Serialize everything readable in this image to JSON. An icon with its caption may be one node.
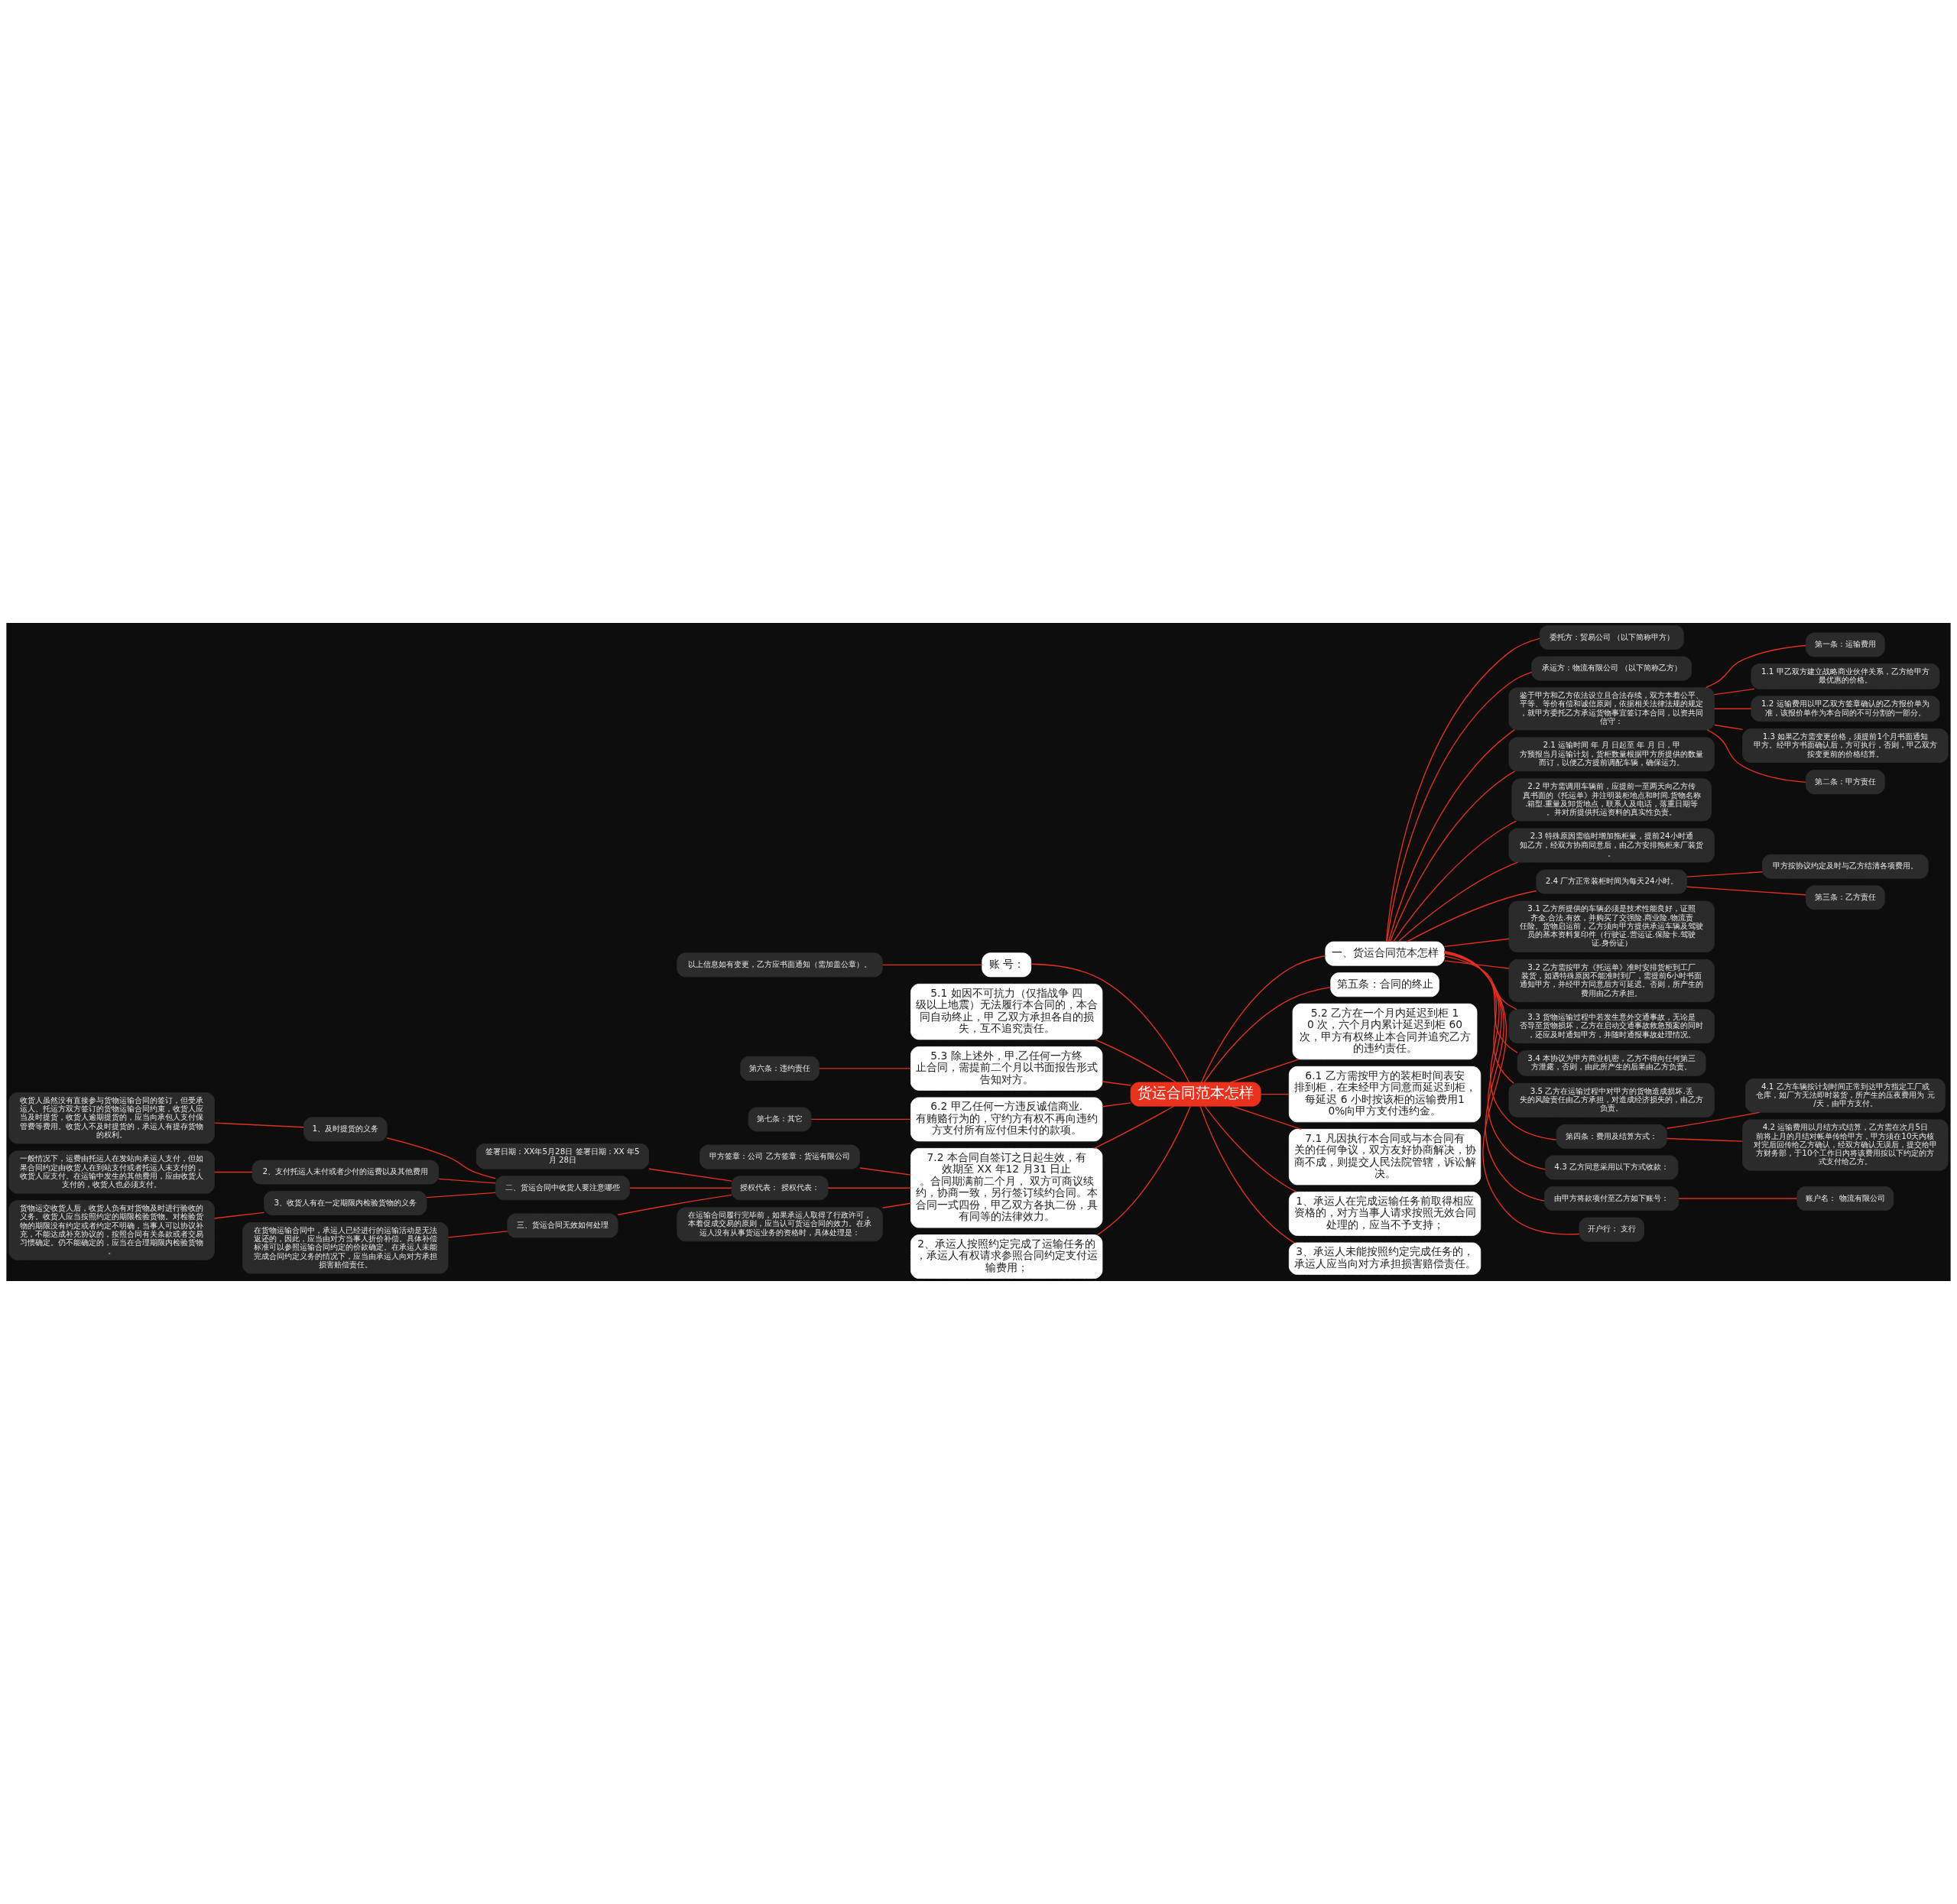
{
  "diagram": {
    "nodes": [
      {
        "text": [
          "货运合同范本怎样"
        ]
      },
      {
        "text": [
          "一、货运合同范本怎样"
        ]
      },
      {
        "text": [
          "委托方：贸易公司 （以下简称甲方）"
        ]
      },
      {
        "text": [
          "承运方：物流有限公司 （以下简称乙方）"
        ]
      },
      {
        "text": [
          "鉴于甲方和乙方依法设立且合法存续，双方本着公平、平等、等价有偿和诚信原则，依据相关法律法规的规定，就甲方委托乙方承运货物事宜签订本合同，以资共同信守："
        ]
      },
      {
        "text": [
          "第一条：运输费用"
        ]
      },
      {
        "text": [
          "1.1 甲乙双方建立战略商业伙伴关系，乙方给甲方最优惠的价格。"
        ]
      },
      {
        "text": [
          "1.2 运输费用以甲乙双方签章确认的乙方报价单为准，该报价单作为本合同的不可分割的一部分。"
        ]
      },
      {
        "text": [
          "1.3 如果乙方需变更价格，须提前1个月书面通知甲方。经甲方书面确认后，方可执行，否则，甲乙双方按变更前的价格结算。"
        ]
      },
      {
        "text": [
          "第二条：甲方责任"
        ]
      },
      {
        "text": [
          "2.1 运输时间 年 月 日起至 年 月 日，甲方预报当月运输计划，货柜数量根据甲方所提供的数量而订，以便乙方提前调配车辆，确保运力。"
        ]
      },
      {
        "text": [
          "2.2 甲方需调用车辆前，应提前一至两天向乙方传真书面的《托运单》并注明装柜地点和时间.货物名称.箱型.重量及卸货地点，联系人及电话，落重日期等。并对所提供托运资料的真实性负责。"
        ]
      },
      {
        "text": [
          "2.3 特殊原因需临时增加拖柜量，提前24小时通知乙方，经双方协商同意后，由乙方安排拖柜来厂装货。"
        ]
      },
      {
        "text": [
          "2.4 厂方正常装柜时间为每天24小时。"
        ]
      },
      {
        "text": [
          "甲方按协议约定及时与乙方结清各项费用。"
        ]
      },
      {
        "text": [
          "第三条：乙方责任"
        ]
      },
      {
        "text": [
          "3.1 乙方所提供的车辆必须是技术性能良好，证照齐全.合法.有效，并购买了交强险.商业险.物流责任险。货物启运前，乙方须向甲方提供承运车辆及驾驶员的基本资料复印件（行驶证.营运证.保险卡.驾驶证.身份证）"
        ]
      },
      {
        "text": [
          "3.2 乙方需按甲方《托运单》准时安排货柜到工厂装货，如遇特殊原因不能准时到厂，需提前6小时书面通知甲方，并经甲方同意后方可延迟。否则，所产生的费用由乙方承担。"
        ]
      },
      {
        "text": [
          "3.3 货物运输过程中若发生意外交通事故，无论是否导至货物损坏，乙方在启动交通事故救急预案的同时，还应及时通知甲方，并随时通报事故处理情况。"
        ]
      },
      {
        "text": [
          "3.4 本协议为甲方商业机密，乙方不得向任何第三方泄露，否则，由此所产生的后果由乙方负责。"
        ]
      },
      {
        "text": [
          "3.5 乙方在运输过程中对甲方的货物造成损坏.丢失的风险责任由乙方承担，对造成经济损失的，由乙方负责。"
        ]
      },
      {
        "text": [
          "第四条：费用及结算方式："
        ]
      },
      {
        "text": [
          "4.1 乙方车辆按计划时间正常到达甲方指定工厂或仓库，如厂方无法即时装货，所产生的压夜费用为 元/天，由甲方支付。"
        ]
      },
      {
        "text": [
          "4.2 运输费用以月结方式结算，乙方需在次月5日前将上月的月结对帐单传给甲方，甲方须在10天内核对完后回传给乙方确认，经双方确认无误后，提交给甲方财务部，于10个工作日内将该费用按以下约定的方式支付给乙方。"
        ]
      },
      {
        "text": [
          "4.3 乙方同意采用以下方式收款："
        ]
      },
      {
        "text": [
          "由甲方将款项付至乙方如下账号："
        ]
      },
      {
        "text": [
          "账户名： 物流有限公司"
        ]
      },
      {
        "text": [
          "开户行： 支行"
        ]
      },
      {
        "text": [
          "账 号："
        ]
      },
      {
        "text": [
          "以上信息如有变更，乙方应书面通知（需加盖公章）。"
        ]
      },
      {
        "text": [
          "5.1 如因不可抗力（仅指战争 四级以上地震）无法履行本合同的，本合同自动终止，甲 乙双方承担各自的损失，互不追究责任。"
        ]
      },
      {
        "text": [
          "5.3 除上述外，甲.乙任何一方终止合同，需提前二个月以书面报告形式告知对方。"
        ]
      },
      {
        "text": [
          "第六条：违约责任"
        ]
      },
      {
        "text": [
          "6.2 甲乙任何一方违反诚信商业.有贿赂行为的，守约方有权不再向违约方支付所有应付但未付的款项。"
        ]
      },
      {
        "text": [
          "第七条：其它"
        ]
      },
      {
        "text": [
          "7.2 本合同自签订之日起生效，有效期至 XX 年12 月31 日止。合同期满前二个月， 双方可商议续约，协商一致，另行签订续约合同。本合同一式四份，甲乙双方各执二份，具有同等的法律效力。"
        ]
      },
      {
        "text": [
          "甲方签章：公司 乙方签章：货运有限公司"
        ]
      },
      {
        "text": [
          "授权代表： 授权代表："
        ]
      },
      {
        "text": [
          "签署日期：XX年5月28日 签署日期：XX 年5月 28日"
        ]
      },
      {
        "text": [
          "二、货运合同中收货人要注意哪些"
        ]
      },
      {
        "text": [
          "1、及时提货的义务"
        ]
      },
      {
        "text": [
          "收货人虽然没有直接参与货物运输合同的签订，但受承运人、托运方双方签订的货物运输合同约束，收货人应当及时提货，收货人逾期提货的，应当向承包人支付保管费等费用。收货人不及时提货的，承运人有提存货物的权利。"
        ]
      },
      {
        "text": [
          "2、支付托运人未付或者少付的运费以及其他费用"
        ]
      },
      {
        "text": [
          "一般情况下，运费由托运人在发站向承运人支付，但如果合同约定由收货人在到站支付或者托运人未支付的，收货人应支付。在运输中发生的其他费用，应由收货人支付的，收货人也必须支付。"
        ]
      },
      {
        "text": [
          "3、收货人有在一定期限内检验货物的义务"
        ]
      },
      {
        "text": [
          "货物运交收货人后，收货人负有对货物及时进行验收的义务。收货人应当按照约定的期限检验货物。对检验货物的期限没有约定或者约定不明确，当事人可以协议补充，不能达成补充协议的，按照合同有关条款或者交易习惯确定。仍不能确定的，应当在合理期限内检验货物。"
        ]
      },
      {
        "text": [
          "三、货运合同无效如何处理"
        ]
      },
      {
        "text": [
          "在货物运输合同中，承运人已经进行的运输活动是无法返还的，因此，应当由对方当事人折价补偿。具体补偿标准可以参照运输合同约定的价款确定。在承运人未能完成合同约定义务的情况下，应当由承运人向对方承担损害赔偿责任。"
        ]
      },
      {
        "text": [
          "在运输合同履行完毕前，如果承运人取得了行政许可，本着促成交易的原则，应当认可货运合同的效力。在承运人没有从事货运业务的资格时，具体处理是："
        ]
      },
      {
        "text": [
          "2、承运人按照约定完成了运输任务的，承运人有权请求参照合同约定支付运输费用；"
        ]
      },
      {
        "text": [
          "第五条：合同的终止"
        ]
      },
      {
        "text": [
          "5.2 乙方在一个月内延迟到柜 10 次，六个月内累计延迟到柜 60 次，甲方有权终止本合同并追究乙方的违约责任。"
        ]
      },
      {
        "text": [
          "6.1 乙方需按甲方的装柜时间表安排到柜，在未经甲方同意而延迟到柜，每延迟 6 小时按该柜的运输费用10%向甲方支付违约金。"
        ]
      },
      {
        "text": [
          "7.1 凡因执行本合同或与本合同有关的任何争议，双方友好协商解决，协商不成，则提交人民法院管辖，诉讼解决。"
        ]
      },
      {
        "text": [
          "1、承运人在完成运输任务前取得相应资格的，对方当事人请求按照无效合同处理的，应当不予支持；"
        ]
      },
      {
        "text": [
          "3、承运人未能按照约定完成任务的，承运人应当向对方承担损害赔偿责任。"
        ]
      }
    ],
    "edges": [
      {
        "from": 0,
        "to": 1,
        "arrow": "none"
      },
      {
        "from": 1,
        "to": 2,
        "arrow": "none"
      },
      {
        "from": 1,
        "to": 3,
        "arrow": "none"
      },
      {
        "from": 1,
        "to": 4,
        "arrow": "none"
      },
      {
        "from": 4,
        "to": 5,
        "arrow": "none"
      },
      {
        "from": 4,
        "to": 6,
        "arrow": "none"
      },
      {
        "from": 4,
        "to": 7,
        "arrow": "none"
      },
      {
        "from": 4,
        "to": 8,
        "arrow": "none"
      },
      {
        "from": 4,
        "to": 9,
        "arrow": "none"
      },
      {
        "from": 1,
        "to": 10,
        "arrow": "none"
      },
      {
        "from": 1,
        "to": 11,
        "arrow": "none"
      },
      {
        "from": 1,
        "to": 12,
        "arrow": "none"
      },
      {
        "from": 1,
        "to": 13,
        "arrow": "none"
      },
      {
        "from": 13,
        "to": 14,
        "arrow": "none"
      },
      {
        "from": 13,
        "to": 15,
        "arrow": "none"
      },
      {
        "from": 1,
        "to": 16,
        "arrow": "none"
      },
      {
        "from": 1,
        "to": 17,
        "arrow": "none"
      },
      {
        "from": 1,
        "to": 18,
        "arrow": "none"
      },
      {
        "from": 1,
        "to": 19,
        "arrow": "none"
      },
      {
        "from": 1,
        "to": 20,
        "arrow": "none"
      },
      {
        "from": 1,
        "to": 21,
        "arrow": "none"
      },
      {
        "from": 21,
        "to": 22,
        "arrow": "none"
      },
      {
        "from": 21,
        "to": 23,
        "arrow": "none"
      },
      {
        "from": 1,
        "to": 24,
        "arrow": "none"
      },
      {
        "from": 1,
        "to": 25,
        "arrow": "none"
      },
      {
        "from": 25,
        "to": 26,
        "arrow": "none"
      },
      {
        "from": 1,
        "to": 27,
        "arrow": "none"
      },
      {
        "from": 0,
        "to": 28,
        "arrow": "none"
      },
      {
        "from": 28,
        "to": 29,
        "arrow": "none"
      },
      {
        "from": 0,
        "to": 30,
        "arrow": "none"
      },
      {
        "from": 0,
        "to": 31,
        "arrow": "none"
      },
      {
        "from": 31,
        "to": 32,
        "arrow": "none"
      },
      {
        "from": 0,
        "to": 33,
        "arrow": "none"
      },
      {
        "from": 33,
        "to": 34,
        "arrow": "none"
      },
      {
        "from": 0,
        "to": 35,
        "arrow": "none"
      },
      {
        "from": 35,
        "to": 36,
        "arrow": "none"
      },
      {
        "from": 35,
        "to": 37,
        "arrow": "none"
      },
      {
        "from": 37,
        "to": 38,
        "arrow": "none"
      },
      {
        "from": 37,
        "to": 39,
        "arrow": "none"
      },
      {
        "from": 39,
        "to": 40,
        "arrow": "none"
      },
      {
        "from": 40,
        "to": 41,
        "arrow": "none"
      },
      {
        "from": 39,
        "to": 42,
        "arrow": "none"
      },
      {
        "from": 42,
        "to": 43,
        "arrow": "none"
      },
      {
        "from": 39,
        "to": 44,
        "arrow": "none"
      },
      {
        "from": 44,
        "to": 45,
        "arrow": "none"
      },
      {
        "from": 37,
        "to": 46,
        "arrow": "none"
      },
      {
        "from": 46,
        "to": 47,
        "arrow": "none"
      },
      {
        "from": 35,
        "to": 48,
        "arrow": "none"
      },
      {
        "from": 0,
        "to": 49,
        "arrow": "none"
      },
      {
        "from": 0,
        "to": 50,
        "arrow": "none"
      },
      {
        "from": 0,
        "to": 51,
        "arrow": "none"
      },
      {
        "from": 0,
        "to": 52,
        "arrow": "none"
      },
      {
        "from": 0,
        "to": 53,
        "arrow": "none"
      },
      {
        "from": 0,
        "to": 54,
        "arrow": "none"
      },
      {
        "from": 0,
        "to": 55,
        "arrow": "none"
      }
    ]
  }
}
